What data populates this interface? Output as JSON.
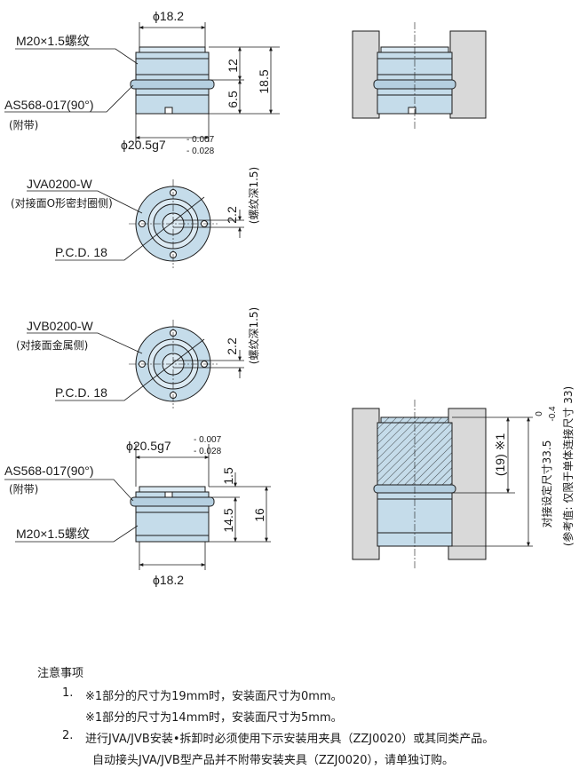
{
  "top_view": {
    "dia_top": "ϕ18.2",
    "thread": "M20×1.5螺纹",
    "oring": "AS568-017(90°)",
    "oring_note": "(附带)",
    "dim_12": "12",
    "dim_6_5": "6.5",
    "dim_18_5": "18.5",
    "dia_bottom": "ϕ20.5g7",
    "tol_upper": "- 0.007",
    "tol_lower": "- 0.028"
  },
  "jva_face": {
    "model": "JVA0200-W",
    "desc": "(对接面O形密封圈侧)",
    "dim": "2.2",
    "depth": "(螺纹深1.5)",
    "pcd": "P.C.D. 18"
  },
  "jvb_face": {
    "model": "JVB0200-W",
    "desc": "(对接面金属侧)",
    "dim": "2.2",
    "depth": "(螺纹深1.5)",
    "pcd": "P.C.D. 18"
  },
  "bottom_view": {
    "dia_top": "ϕ20.5g7",
    "tol_upper": "- 0.007",
    "tol_lower": "- 0.028",
    "oring": "AS568-017(90°)",
    "oring_note": "(附带)",
    "dim_1_5": "1.5",
    "dim_14_5": "14.5",
    "dim_16": "16",
    "thread": "M20×1.5螺纹",
    "dia_bottom": "ϕ18.2"
  },
  "assembly": {
    "dim_19": "(19) ※1",
    "dim_main": "对接设定尺寸33.5",
    "tol_upper": "0",
    "tol_lower": "-0.4",
    "ref": "(参考值: 仅限于单体连接尺寸 33)"
  },
  "notes": {
    "title": "注意事项",
    "n1_num": "1.",
    "n1_line1": "※1部分的尺寸为19mm时，安装面尺寸为0mm。",
    "n1_line2": "※1部分的尺寸为14mm时，安装面尺寸为5mm。",
    "n2_num": "2.",
    "n2_line1": "进行JVA/JVB安装•拆卸时必须使用下示安装用夹具（ZZJ0020）或其同类产品。",
    "n2_line2": "自动接头JVA/JVB型产品并不附带安装夹具（ZZJ0020），请单独订购。"
  },
  "colors": {
    "part_fill": "#c5dcea",
    "part_fill_light": "#dceaf3",
    "wall_fill": "#d9d9d9",
    "line": "#1a1a1a"
  }
}
